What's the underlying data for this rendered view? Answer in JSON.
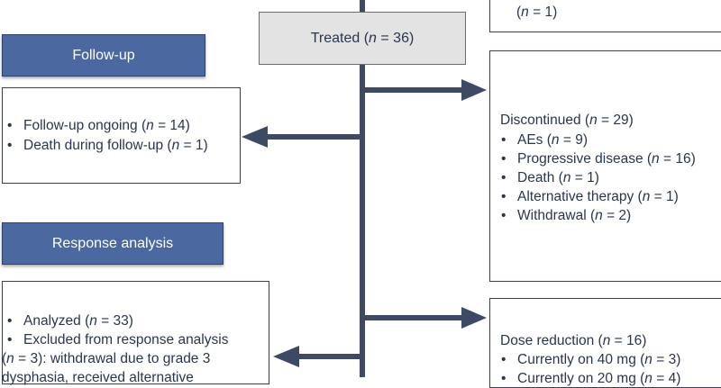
{
  "colors": {
    "header_bg": "#4b68a0",
    "arrow": "#3e4a63",
    "treated_bg": "#e3e3e3"
  },
  "top_right_fragment": {
    "pre": "(",
    "n": "n",
    "post": " = 1)"
  },
  "treated": {
    "pre": "Treated (",
    "n": "n",
    "post": " = 36)"
  },
  "follow_up_header": "Follow-up",
  "follow_up_items": [
    {
      "pre": "Follow-up ongoing (",
      "n": "n",
      "post": " = 14)"
    },
    {
      "pre": "Death during follow-up (",
      "n": "n",
      "post": " = 1)"
    }
  ],
  "discontinued": {
    "title": {
      "pre": "Discontinued (",
      "n": "n",
      "post": " = 29)"
    },
    "items": [
      {
        "pre": "AEs (",
        "n": "n",
        "post": " = 9)"
      },
      {
        "pre": "Progressive disease (",
        "n": "n",
        "post": " = 16)"
      },
      {
        "pre": "Death (",
        "n": "n",
        "post": " = 1)"
      },
      {
        "pre": "Alternative therapy (",
        "n": "n",
        "post": " = 1)"
      },
      {
        "pre": "Withdrawal (",
        "n": "n",
        "post": " = 2)"
      }
    ]
  },
  "response_header": "Response analysis",
  "response": {
    "analyzed": {
      "pre": "Analyzed (",
      "n": "n",
      "post": " = 33)"
    },
    "excluded_line1": "Excluded from response analysis",
    "excluded_line2": {
      "pre": "(",
      "n": "n",
      "post": " = 3): withdrawal due to grade 3"
    },
    "excluded_line3": "dysphasia, received alternative"
  },
  "dose_reduction": {
    "title": {
      "pre": "Dose reduction (",
      "n": "n",
      "post": " = 16)"
    },
    "items": [
      {
        "pre": "Currently on 40 mg (",
        "n": "n",
        "post": " = 3)"
      },
      {
        "pre": "Currently on 20 mg (",
        "n": "n",
        "post": " = 4)"
      }
    ]
  }
}
